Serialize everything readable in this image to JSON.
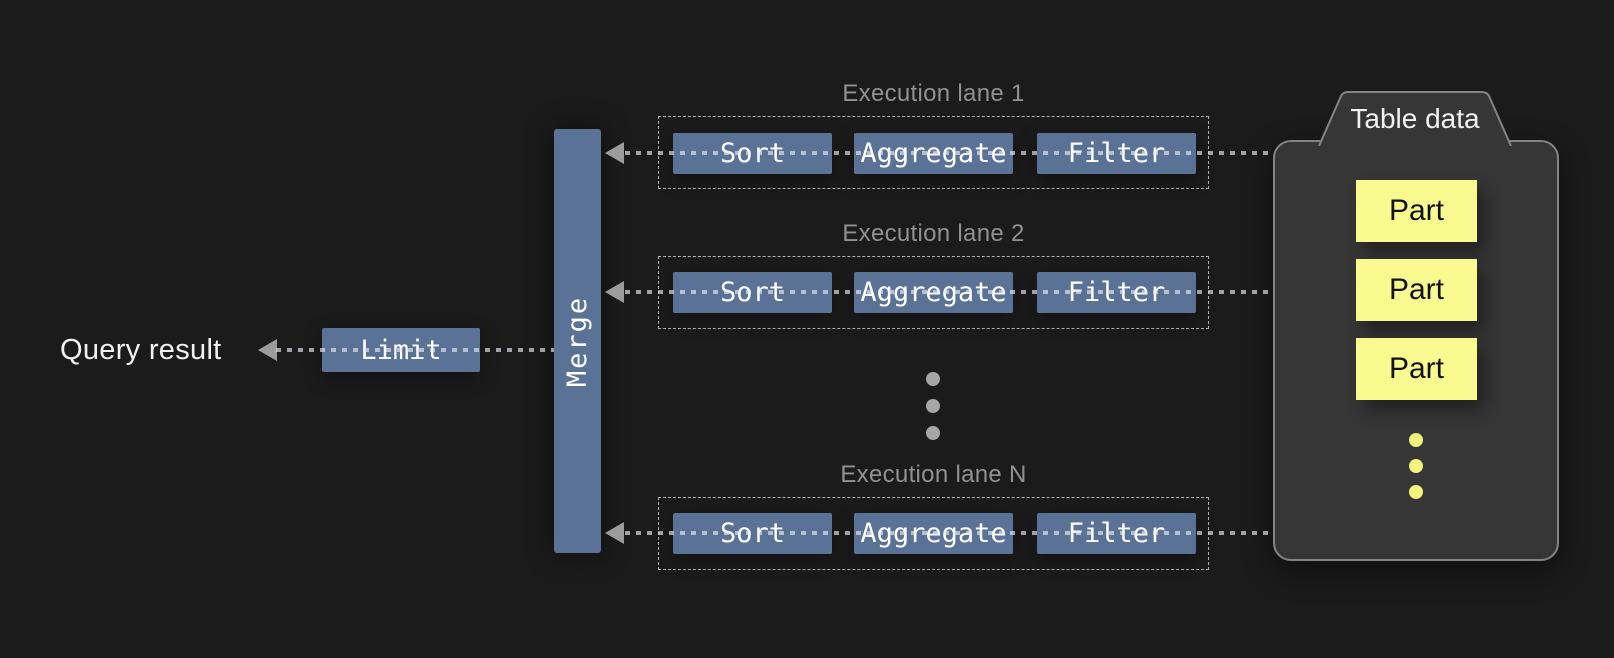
{
  "diagram_title": "query-execution-pipeline",
  "colors": {
    "background": "#1b1b1c",
    "op_block_blue": "#5a7296",
    "part_yellow": "#f8f98e",
    "panel_gray": "#363637",
    "connector_gray": "#9c9c9c",
    "lane_label_gray": "#919191"
  },
  "result": {
    "label": "Query result"
  },
  "pipeline": {
    "limit_label": "Limit",
    "merge_label": "Merge"
  },
  "lanes": [
    {
      "label": "Execution lane 1",
      "ops": [
        "Sort",
        "Aggregate",
        "Filter"
      ]
    },
    {
      "label": "Execution lane 2",
      "ops": [
        "Sort",
        "Aggregate",
        "Filter"
      ]
    },
    {
      "label": "Execution lane N",
      "ops": [
        "Sort",
        "Aggregate",
        "Filter"
      ]
    }
  ],
  "lanes_ellipsis": "vertical-dots",
  "table": {
    "label": "Table data",
    "parts": [
      "Part",
      "Part",
      "Part"
    ],
    "parts_ellipsis": "vertical-dots"
  }
}
